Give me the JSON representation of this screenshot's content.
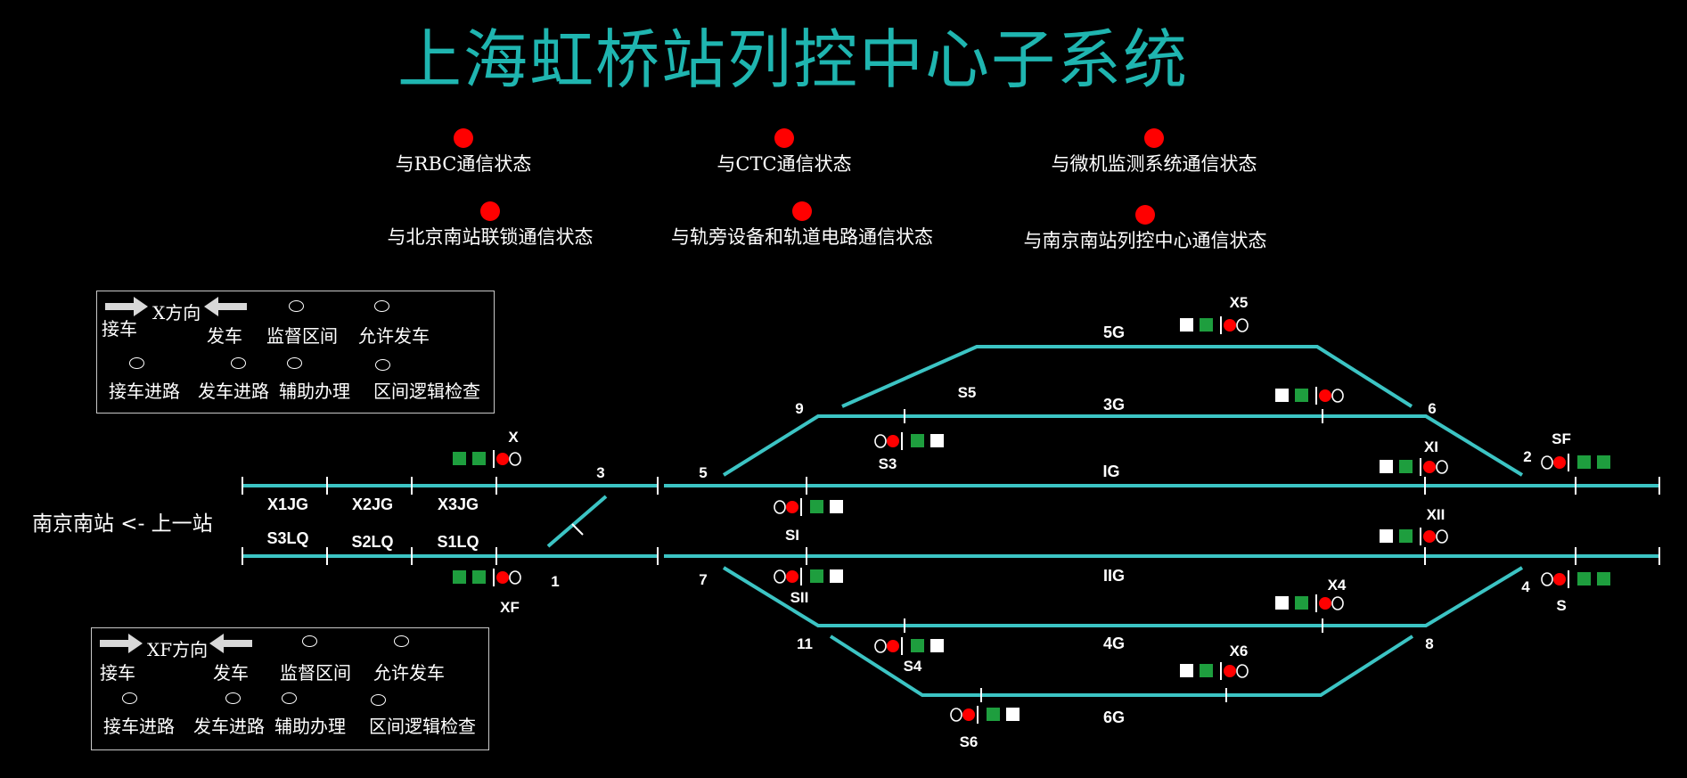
{
  "title": "上海虹桥站列控中心子系统",
  "status_indicators": [
    {
      "label": "与RBC通信状态",
      "state": "red"
    },
    {
      "label": "与CTC通信状态",
      "state": "red"
    },
    {
      "label": "与微机监测系统通信状态",
      "state": "red"
    },
    {
      "label": "与北京南站联锁通信状态",
      "state": "red"
    },
    {
      "label": "与轨旁设备和轨道电路通信状态",
      "state": "red"
    },
    {
      "label": "与南京南站列控中心通信状态",
      "state": "red"
    }
  ],
  "legend_x": {
    "direction": "X方向",
    "receive": "接车",
    "depart": "发车",
    "monitor": "监督区间",
    "allow": "允许发车",
    "recv_route": "接车进路",
    "dep_route": "发车进路",
    "aux": "辅助办理",
    "logic": "区间逻辑检查"
  },
  "legend_xf": {
    "direction": "XF方向",
    "receive": "接车",
    "depart": "发车",
    "monitor": "监督区间",
    "allow": "允许发车",
    "recv_route": "接车进路",
    "dep_route": "发车进路",
    "aux": "辅助办理",
    "logic": "区间逻辑检查"
  },
  "origin_label": "南京南站 <- 上一站",
  "section_labels": {
    "x1jg": "X1JG",
    "x2jg": "X2JG",
    "x3jg": "X3JG",
    "s3lq": "S3LQ",
    "s2lq": "S2LQ",
    "s1lq": "S1LQ"
  },
  "track_labels": {
    "t5g": "5G",
    "t3g": "3G",
    "tig": "IG",
    "tiig": "IIG",
    "t4g": "4G",
    "t6g": "6G"
  },
  "switch_labels": {
    "sw1": "1",
    "sw2": "2",
    "sw3": "3",
    "sw4": "4",
    "sw5": "5",
    "sw6": "6",
    "sw7": "7",
    "sw8": "8",
    "sw9": "9",
    "sw11": "11"
  },
  "signal_labels": {
    "x": "X",
    "xf": "XF",
    "x5": "X5",
    "s5": "S5",
    "s3": "S3",
    "xi": "XI",
    "sf": "SF",
    "si": "SI",
    "xii": "XII",
    "sii": "SII",
    "x4": "X4",
    "s": "S",
    "s4": "S4",
    "x6": "X6",
    "s6": "S6"
  },
  "colors": {
    "accent": "#1fb5b0",
    "track": "#3cc4c4",
    "signal_red": "#ff0000",
    "signal_green": "#1e9e3e",
    "background": "#000000"
  }
}
